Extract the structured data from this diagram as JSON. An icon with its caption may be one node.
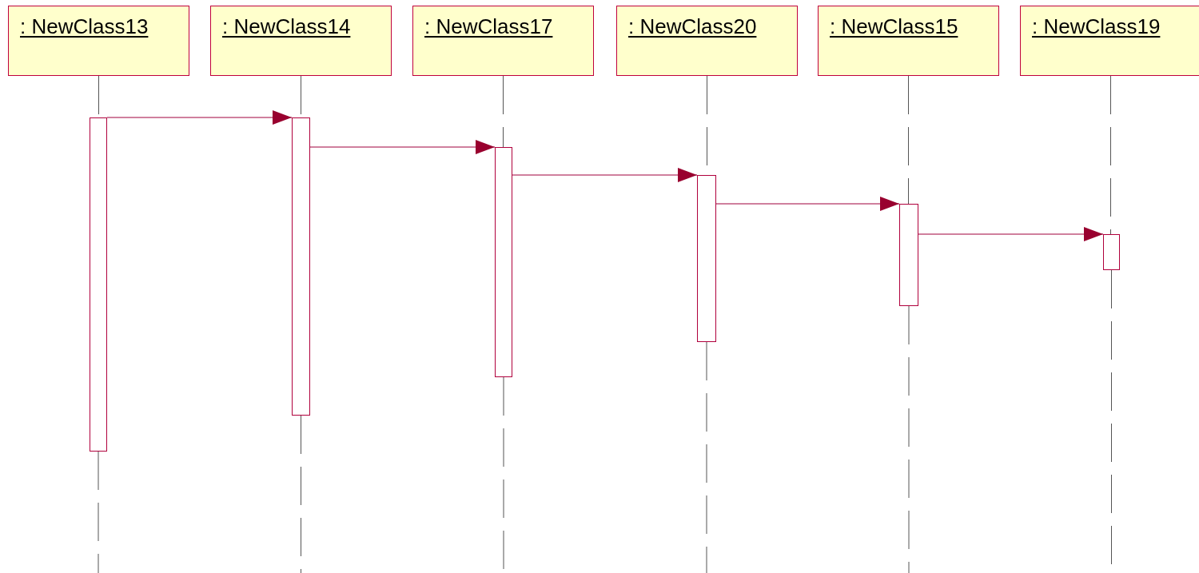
{
  "diagram": {
    "nodes": [
      {
        "text": [
          ": NewClass13"
        ]
      },
      {
        "text": [
          ": NewClass14"
        ]
      },
      {
        "text": [
          ": NewClass17"
        ]
      },
      {
        "text": [
          ": NewClass20"
        ]
      },
      {
        "text": [
          ": NewClass15"
        ]
      },
      {
        "text": [
          ": NewClass19"
        ]
      },
      {
        "text": [],
        "shape": "bar"
      },
      {
        "text": [],
        "shape": "bar"
      },
      {
        "text": [],
        "shape": "bar"
      },
      {
        "text": [],
        "shape": "bar"
      },
      {
        "text": [],
        "shape": "bar"
      },
      {
        "text": [],
        "shape": "bar"
      }
    ],
    "edges": [
      {
        "from": 6,
        "to": 7,
        "arrow": "to",
        "color": "#a0003c"
      },
      {
        "from": 7,
        "to": 8,
        "arrow": "to",
        "color": "#a0003c"
      },
      {
        "from": 8,
        "to": 9,
        "arrow": "to",
        "color": "#a0003c"
      },
      {
        "from": 9,
        "to": 10,
        "arrow": "to",
        "color": "#a0003c"
      },
      {
        "from": 10,
        "to": 11,
        "arrow": "to",
        "color": "#a0003c"
      },
      {
        "from": 0,
        "to": 6,
        "arrow": "none",
        "style": "dashed"
      },
      {
        "from": 1,
        "to": 7,
        "arrow": "none",
        "style": "dashed"
      },
      {
        "from": 2,
        "to": 8,
        "arrow": "none",
        "style": "dashed"
      },
      {
        "from": 3,
        "to": 9,
        "arrow": "none",
        "style": "dashed"
      },
      {
        "from": 4,
        "to": 10,
        "arrow": "none",
        "style": "dashed"
      },
      {
        "from": 5,
        "to": 11,
        "arrow": "none",
        "style": "dashed"
      },
      {
        "from": 6,
        "to": null,
        "arrow": "none",
        "style": "dashed"
      },
      {
        "from": 7,
        "to": null,
        "arrow": "none",
        "style": "dashed"
      },
      {
        "from": 8,
        "to": null,
        "arrow": "none",
        "style": "dashed"
      },
      {
        "from": 9,
        "to": null,
        "arrow": "none",
        "style": "dashed"
      },
      {
        "from": 10,
        "to": null,
        "arrow": "none",
        "style": "dashed"
      },
      {
        "from": 11,
        "to": null,
        "arrow": "none",
        "style": "dashed"
      }
    ]
  }
}
